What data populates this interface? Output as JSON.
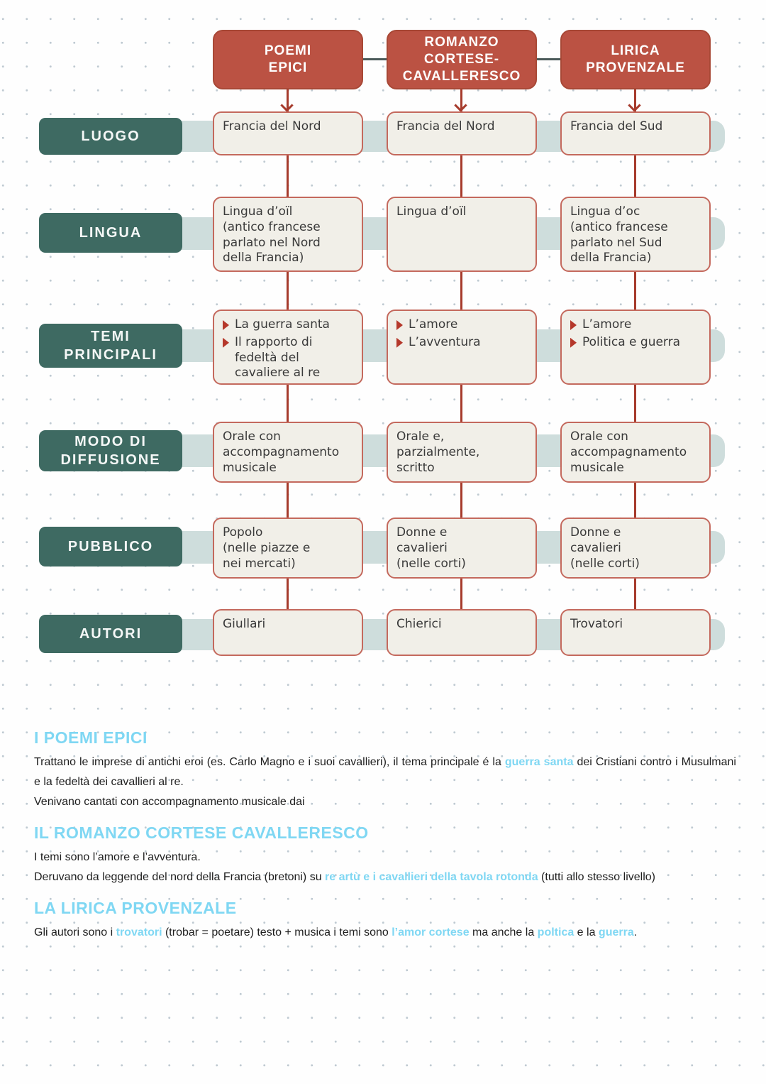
{
  "diagram": {
    "header_color": "#bb5243",
    "label_color": "#3e6a62",
    "band_color": "#cedddc",
    "cell_background": "#f1efe8",
    "cell_border_color": "#c4695d",
    "connector_color": "#a63b2c",
    "columns": [
      {
        "title": "POEMI\nEPICI"
      },
      {
        "title": "ROMANZO\nCORTESE-\nCAVALLERESCO"
      },
      {
        "title": "LIRICA\nPROVENZALE"
      }
    ],
    "rows": [
      {
        "label": "LUOGO",
        "cells": [
          "Francia del Nord",
          "Francia del Nord",
          "Francia del Sud"
        ]
      },
      {
        "label": "LINGUA",
        "cells": [
          "Lingua d’oïl\n(antico francese\nparlato nel Nord\ndella Francia)",
          "Lingua d’oïl",
          "Lingua d’oc\n(antico francese\nparlato nel Sud\ndella Francia)"
        ]
      },
      {
        "label": "TEMI\nPRINCIPALI",
        "cells": [
          [
            "La guerra santa",
            "Il rapporto di\nfedeltà del\ncavaliere al re"
          ],
          [
            "L’amore",
            "L’avventura"
          ],
          [
            "L’amore",
            "Politica e guerra"
          ]
        ]
      },
      {
        "label": "MODO DI\nDIFFUSIONE",
        "cells": [
          "Orale con\naccompagnamento\nmusicale",
          "Orale e,\nparzialmente,\nscritto",
          "Orale con\naccompagnamento\nmusicale"
        ]
      },
      {
        "label": "PUBBLICO",
        "cells": [
          "Popolo\n(nelle piazze e\nnei mercati)",
          "Donne e\ncavalieri\n(nelle corti)",
          "Donne e\ncavalieri\n(nelle corti)"
        ]
      },
      {
        "label": "AUTORI",
        "cells": [
          "Giullari",
          "Chierici",
          "Trovatori"
        ]
      }
    ]
  },
  "notes": {
    "highlight_color": "#7fd7f3",
    "sections": [
      {
        "heading": "I POEMI EPICI",
        "paragraphs": [
          [
            {
              "t": "Trattano le imprese di antichi eroi (es. Carlo Magno e i suoi cavallieri), il tema principale é la "
            },
            {
              "t": "guerra santa",
              "hl": true
            },
            {
              "t": " dei Cristiani contro i Musulmani e la fedeltà dei cavallieri al re."
            }
          ],
          [
            {
              "t": "Venivano cantati con accompagnamento musicale dai"
            }
          ]
        ]
      },
      {
        "heading": "IL ROMANZO CORTESE CAVALLERESCO",
        "paragraphs": [
          [
            {
              "t": "I temi sono l’amore e l’avventura."
            }
          ],
          [
            {
              "t": "Deruvano da leggende del nord della Francia (bretoni) su "
            },
            {
              "t": "re artù e i cavallieri della tavola rotonda",
              "hl": true
            },
            {
              "t": " (tutti allo stesso livello)"
            }
          ]
        ]
      },
      {
        "heading": "LA LIRICA PROVENZALE",
        "paragraphs": [
          [
            {
              "t": "Gli autori sono i "
            },
            {
              "t": "trovatori",
              "hl": true
            },
            {
              "t": " (trobar = poetare) testo + musica i temi sono "
            },
            {
              "t": "l’amor cortese",
              "hl": true
            },
            {
              "t": " ma anche la "
            },
            {
              "t": "poltica",
              "hl": true
            },
            {
              "t": " e la "
            },
            {
              "t": "guerra",
              "hl": true
            },
            {
              "t": "."
            }
          ]
        ]
      }
    ]
  }
}
